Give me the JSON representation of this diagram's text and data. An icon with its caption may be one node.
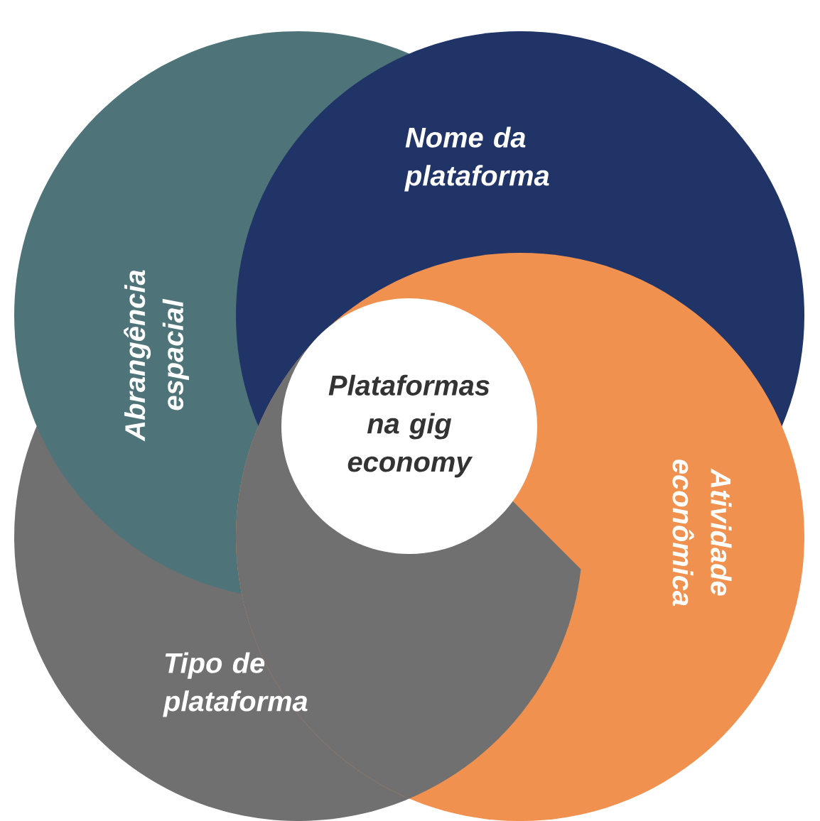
{
  "diagram": {
    "nodes": [
      {
        "text": [
          "Nome da plataforma"
        ]
      },
      {
        "text": [
          "Abrangência espacial"
        ]
      },
      {
        "text": [
          "Plataformas na gig economy"
        ]
      },
      {
        "text": [
          "Atividade econômica"
        ]
      },
      {
        "text": [
          "Tipo de plataforma"
        ]
      }
    ]
  }
}
